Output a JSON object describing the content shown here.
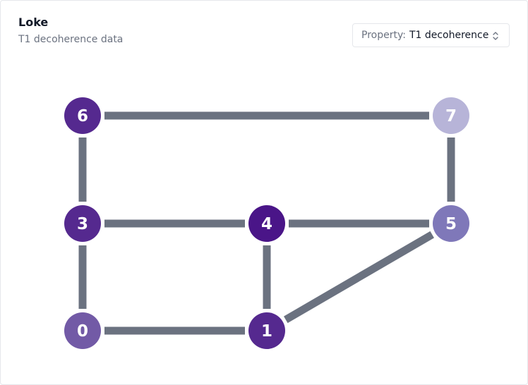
{
  "header": {
    "title": "Loke",
    "subtitle": "T1 decoherence data"
  },
  "property_select": {
    "prefix": "Property:",
    "value": "T1 decoherence",
    "icon": "chevron-up-down-icon"
  },
  "graph": {
    "edge_color": "#6b7280",
    "nodes": [
      {
        "id": "6",
        "color": "#55298f"
      },
      {
        "id": "7",
        "color": "#b7b4d8"
      },
      {
        "id": "3",
        "color": "#55298f"
      },
      {
        "id": "4",
        "color": "#4a1588"
      },
      {
        "id": "5",
        "color": "#7f78b9"
      },
      {
        "id": "0",
        "color": "#725aa6"
      },
      {
        "id": "1",
        "color": "#55298f"
      }
    ],
    "edges": [
      [
        "6",
        "7"
      ],
      [
        "6",
        "3"
      ],
      [
        "7",
        "5"
      ],
      [
        "3",
        "4"
      ],
      [
        "4",
        "5"
      ],
      [
        "3",
        "0"
      ],
      [
        "4",
        "1"
      ],
      [
        "0",
        "1"
      ],
      [
        "1",
        "5"
      ]
    ]
  }
}
